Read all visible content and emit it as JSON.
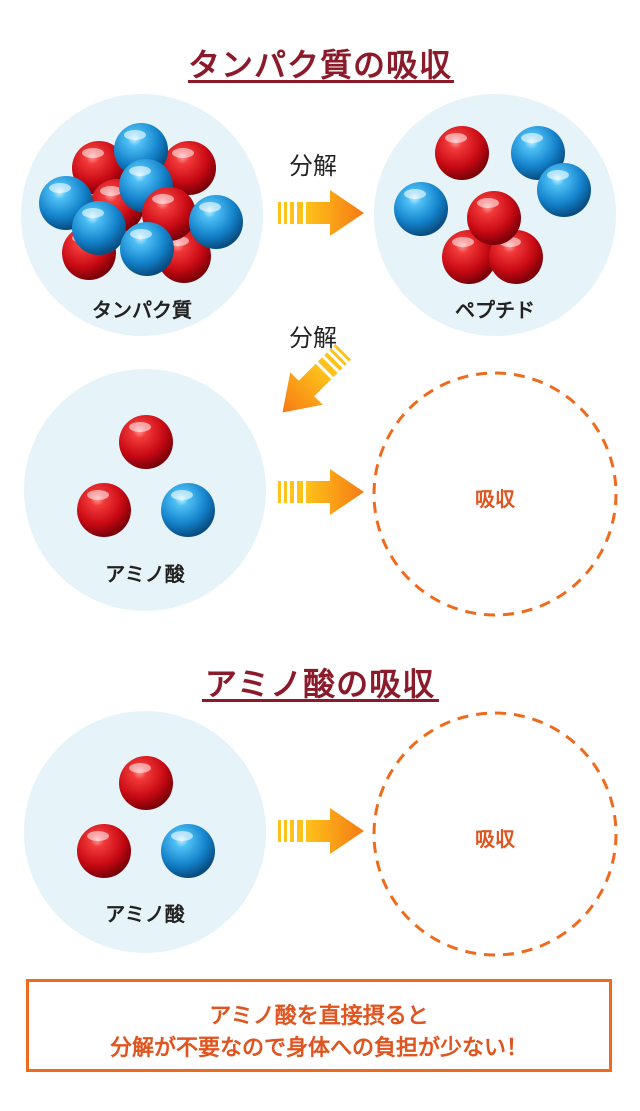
{
  "section1": {
    "title": "タンパク質の吸収",
    "protein_label": "タンパク質",
    "peptide_label": "ペプチド",
    "amino_label": "アミノ酸",
    "absorb_label": "吸収",
    "decompose_label_1": "分解",
    "decompose_label_2": "分解"
  },
  "section2": {
    "title": "アミノ酸の吸収",
    "amino_label": "アミノ酸",
    "absorb_label": "吸収"
  },
  "note": {
    "line1": "アミノ酸を直接摂ると",
    "line2": "分解が不要なので身体への負担が少ない！"
  },
  "colors": {
    "title": "#8b1a2b",
    "circle_bg": "#e6f3f8",
    "red_ball": "#d8101e",
    "blue_ball": "#1a8fd9",
    "orange": "#ee6a1d"
  }
}
